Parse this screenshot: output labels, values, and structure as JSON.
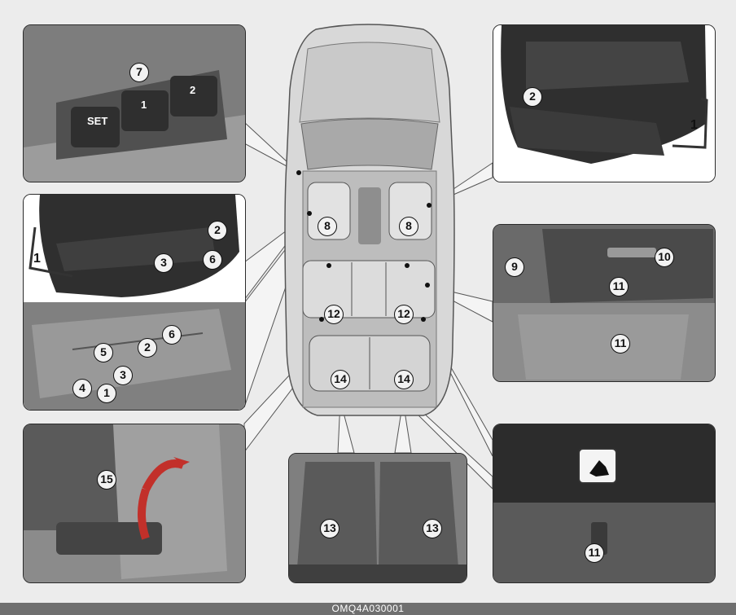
{
  "caption": "OMQ4A030001",
  "labels": {
    "n1": "1",
    "n2": "2",
    "n3": "3",
    "n4": "4",
    "n5": "5",
    "n6": "6",
    "n7": "7",
    "n8": "8",
    "n9": "9",
    "n10": "10",
    "n11": "11",
    "n12": "12",
    "n13": "13",
    "n14": "14",
    "n15": "15"
  },
  "memory_buttons": {
    "set": "SET",
    "b1": "1",
    "b2": "2"
  }
}
